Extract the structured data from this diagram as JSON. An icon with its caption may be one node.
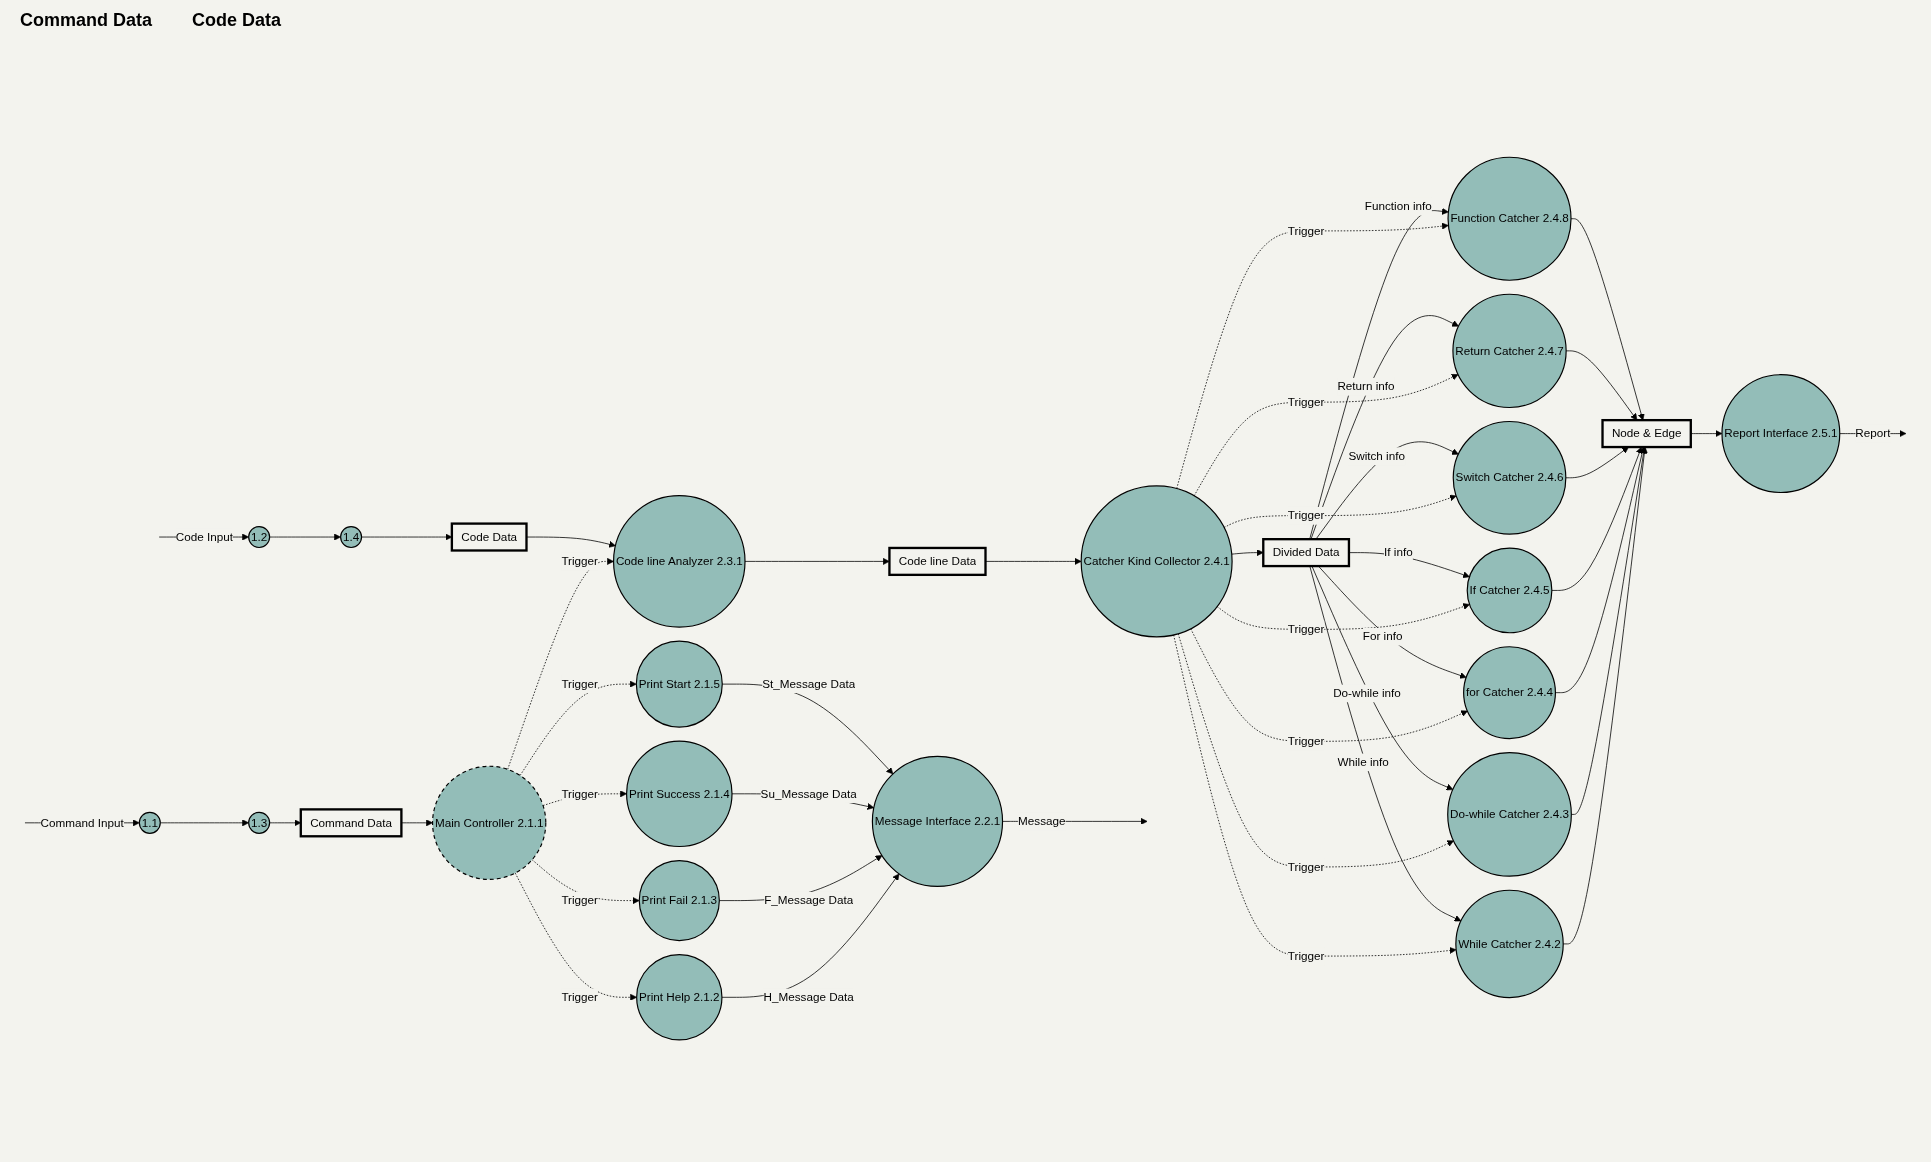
{
  "diagram": {
    "nodes": [
      {
        "text": [
          "1.1"
        ]
      },
      {
        "text": [
          "1.3"
        ]
      },
      {
        "text": [
          "Command Data"
        ]
      },
      {
        "text": [
          "Main Controller 2.1.1"
        ]
      },
      {
        "text": [
          "Print Help 2.1.2"
        ]
      },
      {
        "text": [
          "Print Fail 2.1.3"
        ]
      },
      {
        "text": [
          "Print Success 2.1.4"
        ]
      },
      {
        "text": [
          "Print Start 2.1.5"
        ]
      },
      {
        "text": [
          "Message Interface 2.2.1"
        ]
      },
      {
        "text": [
          "1.4"
        ]
      },
      {
        "text": [
          "Code Data"
        ]
      },
      {
        "text": [
          "Code line Analyzer 2.3.1"
        ]
      },
      {
        "text": [
          "Code line Data"
        ]
      },
      {
        "text": [
          "Catcher Kind Collector 2.4.1"
        ]
      },
      {
        "text": [
          "Divided Data"
        ]
      },
      {
        "text": [
          "While Catcher 2.4.2"
        ]
      },
      {
        "text": [
          "Report Interface 2.5.1"
        ]
      },
      {
        "text": [
          "Do-while Catcher 2.4.3"
        ]
      },
      {
        "text": [
          "for Catcher 2.4.4"
        ]
      },
      {
        "text": [
          "If Catcher 2.4.5"
        ]
      },
      {
        "text": [
          "Switch Catcher 2.4.6"
        ]
      },
      {
        "text": [
          "Return Catcher 2.4.7"
        ]
      },
      {
        "text": [
          "Function Catcher 2.4.8"
        ]
      },
      {
        "text": [
          "Node & Edge"
        ]
      },
      {
        "text": [
          "1.2"
        ]
      }
    ],
    "edges": [
      {
        "from": null,
        "to": 0,
        "arrow": "to",
        "label": "Command Input"
      },
      {
        "from": 0,
        "to": 1,
        "arrow": "to"
      },
      {
        "from": 1,
        "to": 2,
        "arrow": "to"
      },
      {
        "from": 2,
        "to": 3,
        "arrow": "to"
      },
      {
        "from": 3,
        "to": 4,
        "arrow": "to",
        "label": "Trigger",
        "style": "dashed"
      },
      {
        "from": 3,
        "to": 5,
        "arrow": "to",
        "label": "Trigger",
        "style": "dashed"
      },
      {
        "from": 3,
        "to": 6,
        "arrow": "to",
        "label": "Trigger",
        "style": "dashed"
      },
      {
        "from": 3,
        "to": 7,
        "arrow": "to",
        "label": "Trigger",
        "style": "dashed"
      },
      {
        "from": 4,
        "to": 8,
        "arrow": "to",
        "label": "H_Message Data"
      },
      {
        "from": 5,
        "to": 8,
        "arrow": "to",
        "label": "F_Message Data"
      },
      {
        "from": 6,
        "to": 8,
        "arrow": "to",
        "label": "Su_Message Data"
      },
      {
        "from": 7,
        "to": 8,
        "arrow": "to",
        "label": "St_Message Data"
      },
      {
        "from": 8,
        "to": null,
        "arrow": "to",
        "label": "Message"
      },
      {
        "from": 3,
        "to": 11,
        "arrow": "to",
        "label": "Trigger",
        "style": "dashed"
      },
      {
        "from": null,
        "to": 24,
        "arrow": "to",
        "label": "Code Input"
      },
      {
        "from": 24,
        "to": 9,
        "arrow": "to"
      },
      {
        "from": 9,
        "to": 10,
        "arrow": "to"
      },
      {
        "from": 10,
        "to": 11,
        "arrow": "to"
      },
      {
        "from": 11,
        "to": 12,
        "arrow": "to"
      },
      {
        "from": 12,
        "to": 13,
        "arrow": "to"
      },
      {
        "from": 13,
        "to": 14,
        "arrow": "to"
      },
      {
        "from": 13,
        "to": 15,
        "arrow": "to",
        "label": "Trigger",
        "style": "dashed"
      },
      {
        "from": 13,
        "to": 17,
        "arrow": "to",
        "label": "Trigger",
        "style": "dashed"
      },
      {
        "from": 13,
        "to": 18,
        "arrow": "to",
        "label": "Trigger",
        "style": "dashed"
      },
      {
        "from": 13,
        "to": 19,
        "arrow": "to",
        "label": "Trigger",
        "style": "dashed"
      },
      {
        "from": 13,
        "to": 20,
        "arrow": "to",
        "label": "Trigger",
        "style": "dashed"
      },
      {
        "from": 13,
        "to": 21,
        "arrow": "to",
        "label": "Trigger",
        "style": "dashed"
      },
      {
        "from": 13,
        "to": 22,
        "arrow": "to",
        "label": "Trigger",
        "style": "dashed"
      },
      {
        "from": 14,
        "to": 15,
        "arrow": "to",
        "label": "While info"
      },
      {
        "from": 14,
        "to": 17,
        "arrow": "to",
        "label": "Do-while info"
      },
      {
        "from": 14,
        "to": 18,
        "arrow": "to",
        "label": "For info"
      },
      {
        "from": 14,
        "to": 19,
        "arrow": "to",
        "label": "If info"
      },
      {
        "from": 14,
        "to": 20,
        "arrow": "to",
        "label": "Switch info"
      },
      {
        "from": 14,
        "to": 21,
        "arrow": "to",
        "label": "Return info"
      },
      {
        "from": 14,
        "to": 22,
        "arrow": "to",
        "label": "Function info"
      },
      {
        "from": 15,
        "to": 23,
        "arrow": "to"
      },
      {
        "from": 17,
        "to": 23,
        "arrow": "to"
      },
      {
        "from": 18,
        "to": 23,
        "arrow": "to"
      },
      {
        "from": 19,
        "to": 23,
        "arrow": "to"
      },
      {
        "from": 20,
        "to": 23,
        "arrow": "to"
      },
      {
        "from": 21,
        "to": 23,
        "arrow": "to"
      },
      {
        "from": 22,
        "to": 23,
        "arrow": "to"
      },
      {
        "from": 23,
        "to": 16,
        "arrow": "to"
      },
      {
        "from": 16,
        "to": null,
        "arrow": "to",
        "label": "Report"
      }
    ],
    "labels": [
      "Command Data",
      "Code Data"
    ]
  }
}
